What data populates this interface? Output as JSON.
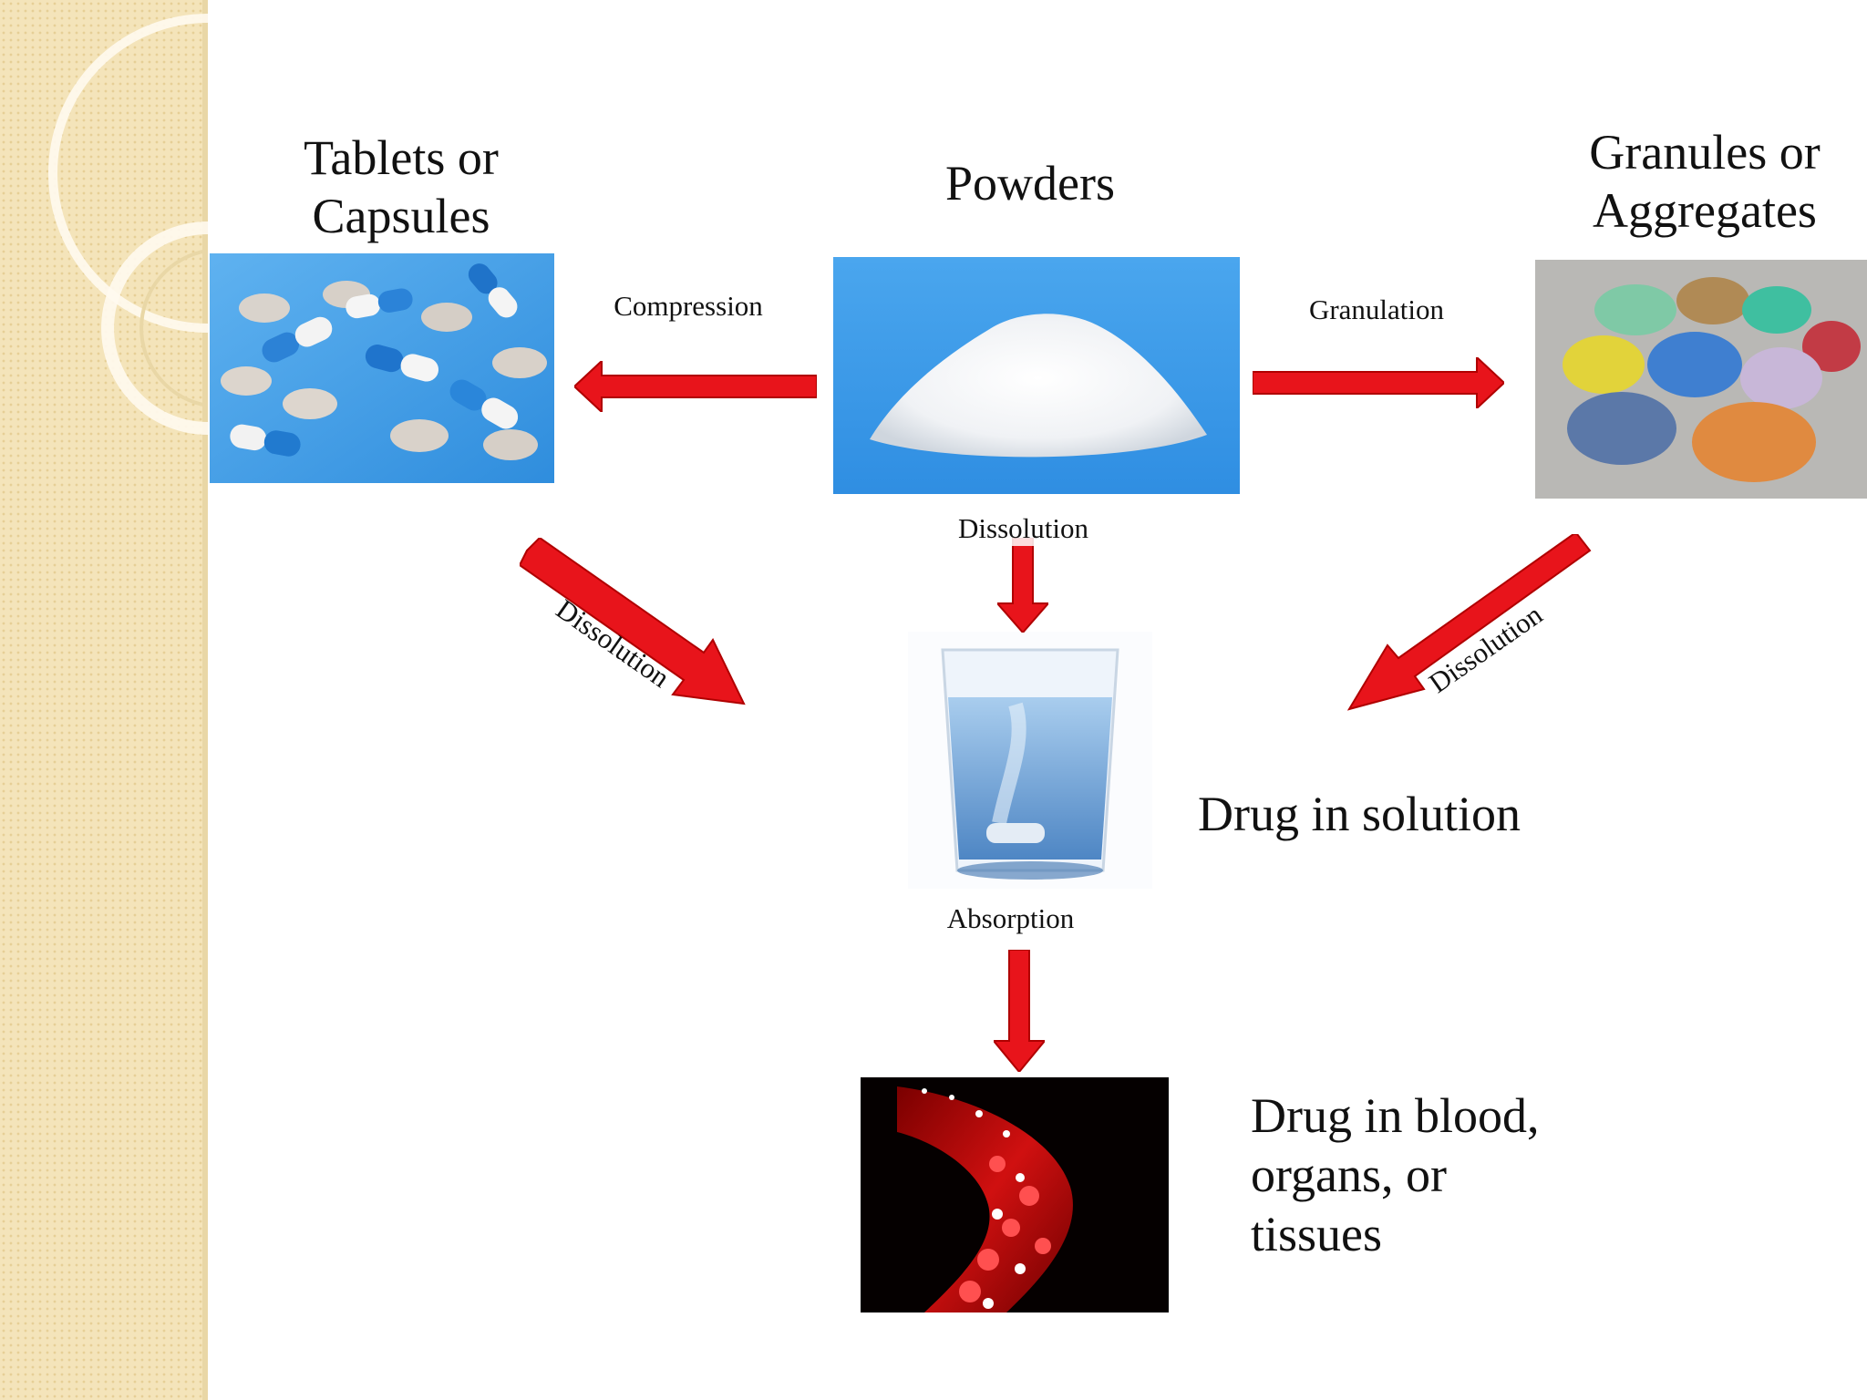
{
  "nodes": {
    "tablets": "Tablets or\nCapsules",
    "powders": "Powders",
    "granules": "Granules or\nAggregates",
    "solution": "Drug in solution",
    "blood": "Drug in blood,\norgans, or\ntissues"
  },
  "edges": {
    "compression": "Compression",
    "granulation": "Granulation",
    "dissolution_center": "Dissolution",
    "dissolution_left": "Dissolution",
    "dissolution_right": "Dissolution",
    "absorption": "Absorption"
  },
  "colors": {
    "arrow": "#e8141b",
    "arrow_edge": "#b00000",
    "panel": "#f3e3b8",
    "pill_blue": "#2f8fdc",
    "background_blue": "#3c9ee6"
  }
}
